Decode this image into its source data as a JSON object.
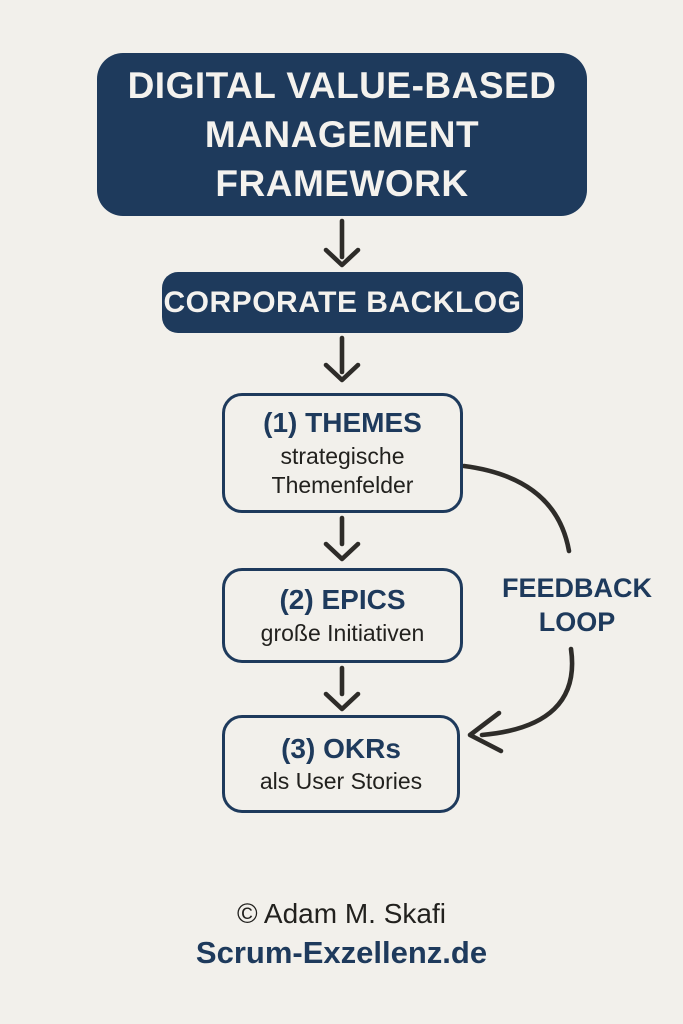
{
  "colors": {
    "background": "#f2f0eb",
    "navy": "#1e3a5c",
    "arrow": "#2e2c29",
    "text_dark": "#22211e",
    "box_text": "#f4f2ee"
  },
  "header": {
    "title": "DIGITAL VALUE-BASED\nMANAGEMENT\nFRAMEWORK"
  },
  "backlog": {
    "label": "CORPORATE BACKLOG"
  },
  "stages": [
    {
      "title": "(1) THEMES",
      "subtitle": "strategische\nThemenfelder"
    },
    {
      "title": "(2) EPICS",
      "subtitle": "große Initiativen"
    },
    {
      "title": "(3) OKRs",
      "subtitle": "als User Stories"
    }
  ],
  "feedback": {
    "label": "FEEDBACK\nLOOP"
  },
  "footer": {
    "copyright": "© Adam M. Skafi",
    "brand": "Scrum-Exzellenz.de"
  }
}
